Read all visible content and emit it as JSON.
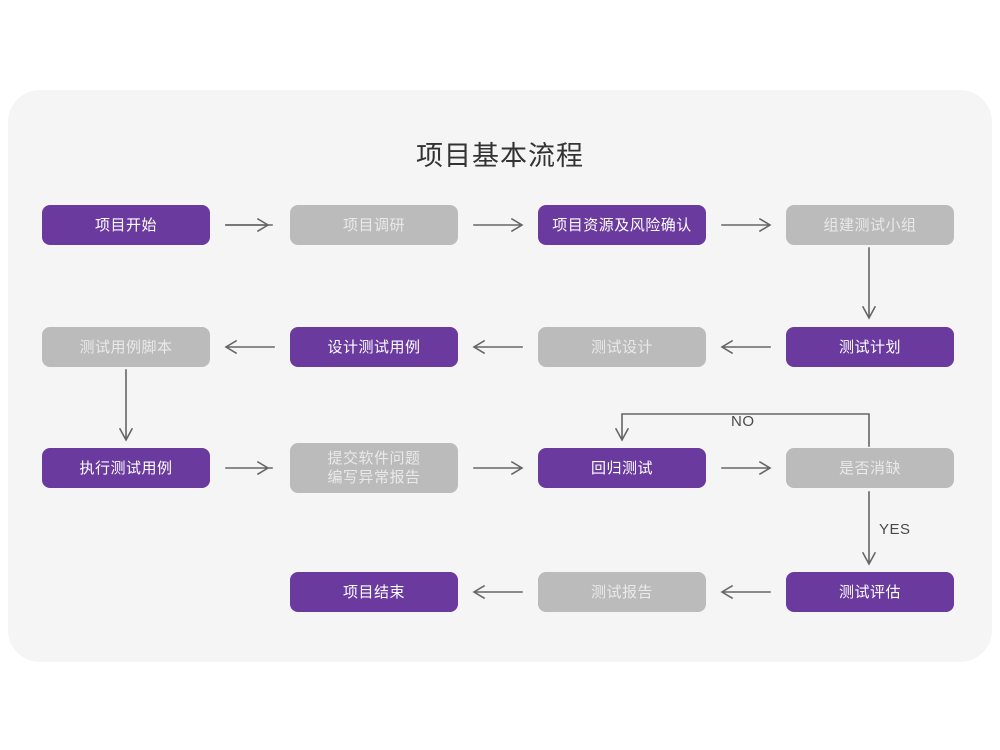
{
  "panel": {
    "background": "#f5f5f5"
  },
  "title": "项目基本流程",
  "colors": {
    "purple": "#6a3a9e",
    "gray": "#bbbbbb",
    "purple_text": "#ffffff",
    "gray_text": "#e9e9e9",
    "arrow": "#666666",
    "title_text": "#333333",
    "canvas": "#ffffff"
  },
  "nodes": [
    {
      "id": "n1",
      "label": "项目开始",
      "style": "purple",
      "row": 1,
      "col": 1
    },
    {
      "id": "n2",
      "label": "项目调研",
      "style": "gray",
      "row": 1,
      "col": 2
    },
    {
      "id": "n3",
      "label": "项目资源及风险确认",
      "style": "purple",
      "row": 1,
      "col": 3
    },
    {
      "id": "n4",
      "label": "组建测试小组",
      "style": "gray",
      "row": 1,
      "col": 4
    },
    {
      "id": "n5",
      "label": "测试用例脚本",
      "style": "gray",
      "row": 2,
      "col": 1
    },
    {
      "id": "n6",
      "label": "设计测试用例",
      "style": "purple",
      "row": 2,
      "col": 2
    },
    {
      "id": "n7",
      "label": "测试设计",
      "style": "gray",
      "row": 2,
      "col": 3
    },
    {
      "id": "n8",
      "label": "测试计划",
      "style": "purple",
      "row": 2,
      "col": 4
    },
    {
      "id": "n9",
      "label": "执行测试用例",
      "style": "purple",
      "row": 3,
      "col": 1
    },
    {
      "id": "n10",
      "label": "提交软件问题\n编写异常报告",
      "style": "gray",
      "row": 3,
      "col": 2
    },
    {
      "id": "n11",
      "label": "回归测试",
      "style": "purple",
      "row": 3,
      "col": 3
    },
    {
      "id": "n12",
      "label": "是否消缺",
      "style": "gray",
      "row": 3,
      "col": 4
    },
    {
      "id": "n13",
      "label": "项目结束",
      "style": "purple",
      "row": 4,
      "col": 2
    },
    {
      "id": "n14",
      "label": "测试报告",
      "style": "gray",
      "row": 4,
      "col": 3
    },
    {
      "id": "n15",
      "label": "测试评估",
      "style": "purple",
      "row": 4,
      "col": 4
    }
  ],
  "edge_labels": {
    "no": "NO",
    "yes": "YES"
  },
  "connections": [
    {
      "from": "n1",
      "to": "n2",
      "dir": "right"
    },
    {
      "from": "n2",
      "to": "n3",
      "dir": "right"
    },
    {
      "from": "n3",
      "to": "n4",
      "dir": "right"
    },
    {
      "from": "n4",
      "to": "n8",
      "dir": "down"
    },
    {
      "from": "n8",
      "to": "n7",
      "dir": "left"
    },
    {
      "from": "n7",
      "to": "n6",
      "dir": "left"
    },
    {
      "from": "n6",
      "to": "n5",
      "dir": "left"
    },
    {
      "from": "n5",
      "to": "n9",
      "dir": "down"
    },
    {
      "from": "n9",
      "to": "n10",
      "dir": "right"
    },
    {
      "from": "n10",
      "to": "n11",
      "dir": "right"
    },
    {
      "from": "n11",
      "to": "n12",
      "dir": "right"
    },
    {
      "from": "n12",
      "to": "n11",
      "dir": "loop-up-left",
      "label": "NO"
    },
    {
      "from": "n12",
      "to": "n15",
      "dir": "down",
      "label": "YES"
    },
    {
      "from": "n15",
      "to": "n14",
      "dir": "left"
    },
    {
      "from": "n14",
      "to": "n13",
      "dir": "left"
    }
  ]
}
